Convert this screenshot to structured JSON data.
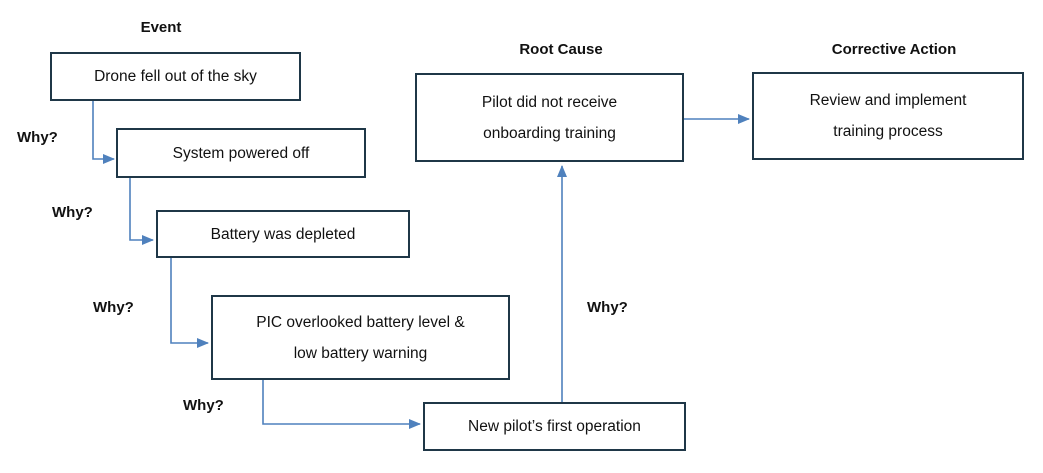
{
  "diagram": {
    "kind": "five-whys-root-cause-analysis",
    "headers": {
      "event": "Event",
      "root_cause": "Root Cause",
      "corrective_action": "Corrective Action"
    },
    "boxes": {
      "event": {
        "text": "Drone fell out of the sky"
      },
      "why1": {
        "text": "System powered off"
      },
      "why2": {
        "text": "Battery was depleted"
      },
      "why3": {
        "line1": "PIC overlooked battery level &",
        "line2": "low battery warning"
      },
      "why4": {
        "text": "New pilot’s first operation"
      },
      "root_cause": {
        "line1": "Pilot did not receive",
        "line2": "onboarding training"
      },
      "corrective_action": {
        "line1": "Review and implement",
        "line2": "training process"
      }
    },
    "why_labels": [
      "Why?",
      "Why?",
      "Why?",
      "Why?",
      "Why?"
    ],
    "colors": {
      "box_border": "#1f3747",
      "arrow": "#4f81bd",
      "text": "#111111",
      "background": "#ffffff"
    }
  }
}
